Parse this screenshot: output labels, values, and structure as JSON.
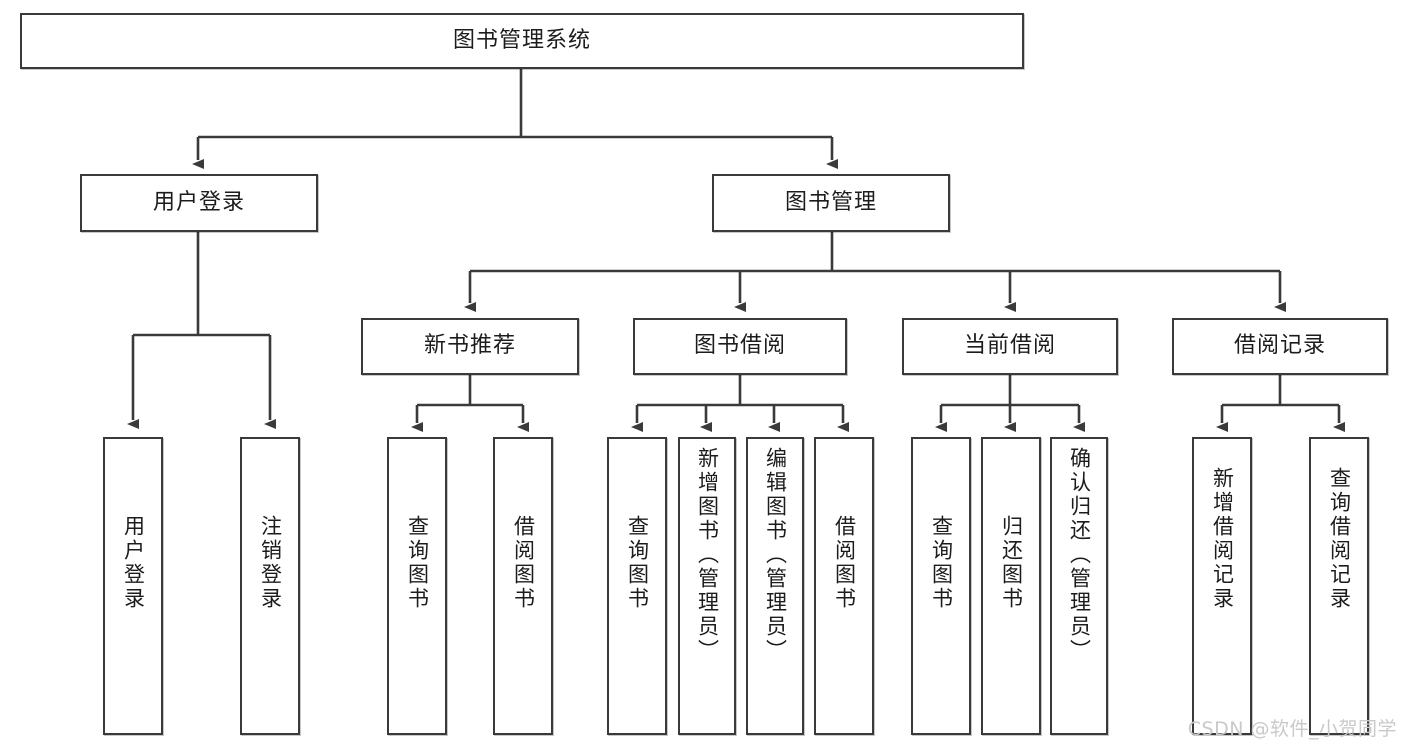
{
  "diagram": {
    "title": "图书管理系统",
    "type": "hierarchy-tree",
    "background_color": "#ffffff",
    "border_color": "#3a3a3a",
    "text_color": "#1c1c1c",
    "nodes": {
      "root": {
        "label": "图书管理系统",
        "level": 0
      },
      "l1": [
        {
          "id": "user-login",
          "label": "用户登录"
        },
        {
          "id": "book-manage",
          "label": "图书管理"
        }
      ],
      "l2": [
        {
          "id": "new-book-rec",
          "label": "新书推荐"
        },
        {
          "id": "book-borrow",
          "label": "图书借阅"
        },
        {
          "id": "current-borrow",
          "label": "当前借阅"
        },
        {
          "id": "borrow-record",
          "label": "借阅记录"
        }
      ],
      "leaves": {
        "user-login": [
          {
            "id": "leaf-user-login",
            "label": "用户登录"
          },
          {
            "id": "leaf-logout",
            "label": "注销登录"
          }
        ],
        "new-book-rec": [
          {
            "id": "leaf-query-book-1",
            "label": "查询图书"
          },
          {
            "id": "leaf-borrow-book-1",
            "label": "借阅图书"
          }
        ],
        "book-borrow": [
          {
            "id": "leaf-query-book-2",
            "label": "查询图书"
          },
          {
            "id": "leaf-add-book",
            "label": "新增图书（管理员）"
          },
          {
            "id": "leaf-edit-book",
            "label": "编辑图书（管理员）"
          },
          {
            "id": "leaf-borrow-book-2",
            "label": "借阅图书"
          }
        ],
        "current-borrow": [
          {
            "id": "leaf-query-book-3",
            "label": "查询图书"
          },
          {
            "id": "leaf-return-book",
            "label": "归还图书"
          },
          {
            "id": "leaf-confirm-return",
            "label": "确认归还（管理员）"
          }
        ],
        "borrow-record": [
          {
            "id": "leaf-add-record",
            "label": "新增借阅记录"
          },
          {
            "id": "leaf-query-record",
            "label": "查询借阅记录"
          }
        ]
      }
    },
    "watermark": "CSDN @软件_小贺同学"
  }
}
